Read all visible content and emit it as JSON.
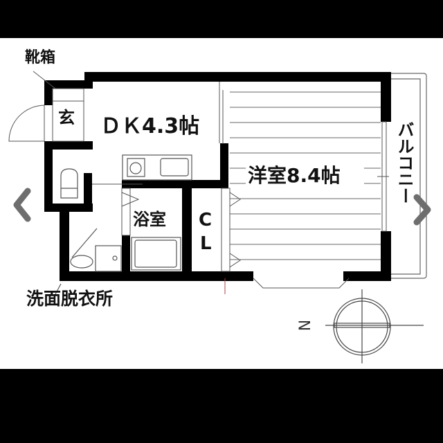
{
  "floor_plan": {
    "rooms": {
      "shoe_box": "靴箱",
      "entrance": "玄",
      "dk": "ＤＫ4.3帖",
      "western_room": "洋室8.4帖",
      "bathroom": "浴室",
      "closet_c": "C",
      "closet_l": "L",
      "washroom": "洗面脱衣所",
      "balcony": "バルコニー"
    },
    "compass": {
      "north_label": "N"
    }
  },
  "viewer": {
    "prev_icon": "chevron-left-icon",
    "next_icon": "chevron-right-icon"
  },
  "colors": {
    "wall": "#000000",
    "line": "#555555",
    "nav": "#6e6e6e",
    "letterbox": "#000000"
  }
}
